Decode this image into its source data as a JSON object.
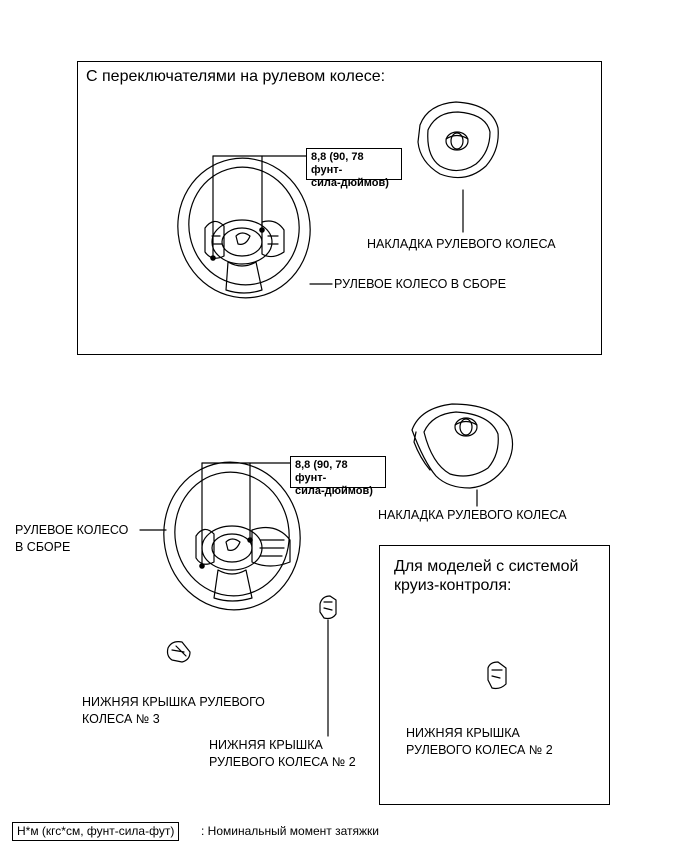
{
  "top_panel": {
    "title": "С переключателями на рулевом колесе:",
    "torque_label": "8,8 (90, 78 фунт-\nсила-дюймов)",
    "pad_label": "НАКЛАДКА РУЛЕВОГО КОЛЕСА",
    "wheel_label": "РУЛЕВОЕ КОЛЕСО В СБОРЕ"
  },
  "bottom_section": {
    "torque_label": "8,8 (90, 78 фунт-\nсила-дюймов)",
    "pad_label": "НАКЛАДКА РУЛЕВОГО КОЛЕСА",
    "wheel_label_line1": "РУЛЕВОЕ КОЛЕСО",
    "wheel_label_line2": "В СБОРЕ",
    "cover3_line1": "НИЖНЯЯ КРЫШКА РУЛЕВОГО",
    "cover3_line2": "КОЛЕСА № 3",
    "cover2_line1": "НИЖНЯЯ КРЫШКА",
    "cover2_line2": "РУЛЕВОГО КОЛЕСА № 2"
  },
  "cruise_panel": {
    "title_line1": "Для моделей с системой",
    "title_line2": "круиз-контроля:",
    "cover2_line1": "НИЖНЯЯ КРЫШКА",
    "cover2_line2": "РУЛЕВОГО КОЛЕСА № 2"
  },
  "legend": {
    "unit_box": "Н*м (кгс*см, фунт-сила-фут)",
    "description": ": Номинальный момент затяжки"
  }
}
